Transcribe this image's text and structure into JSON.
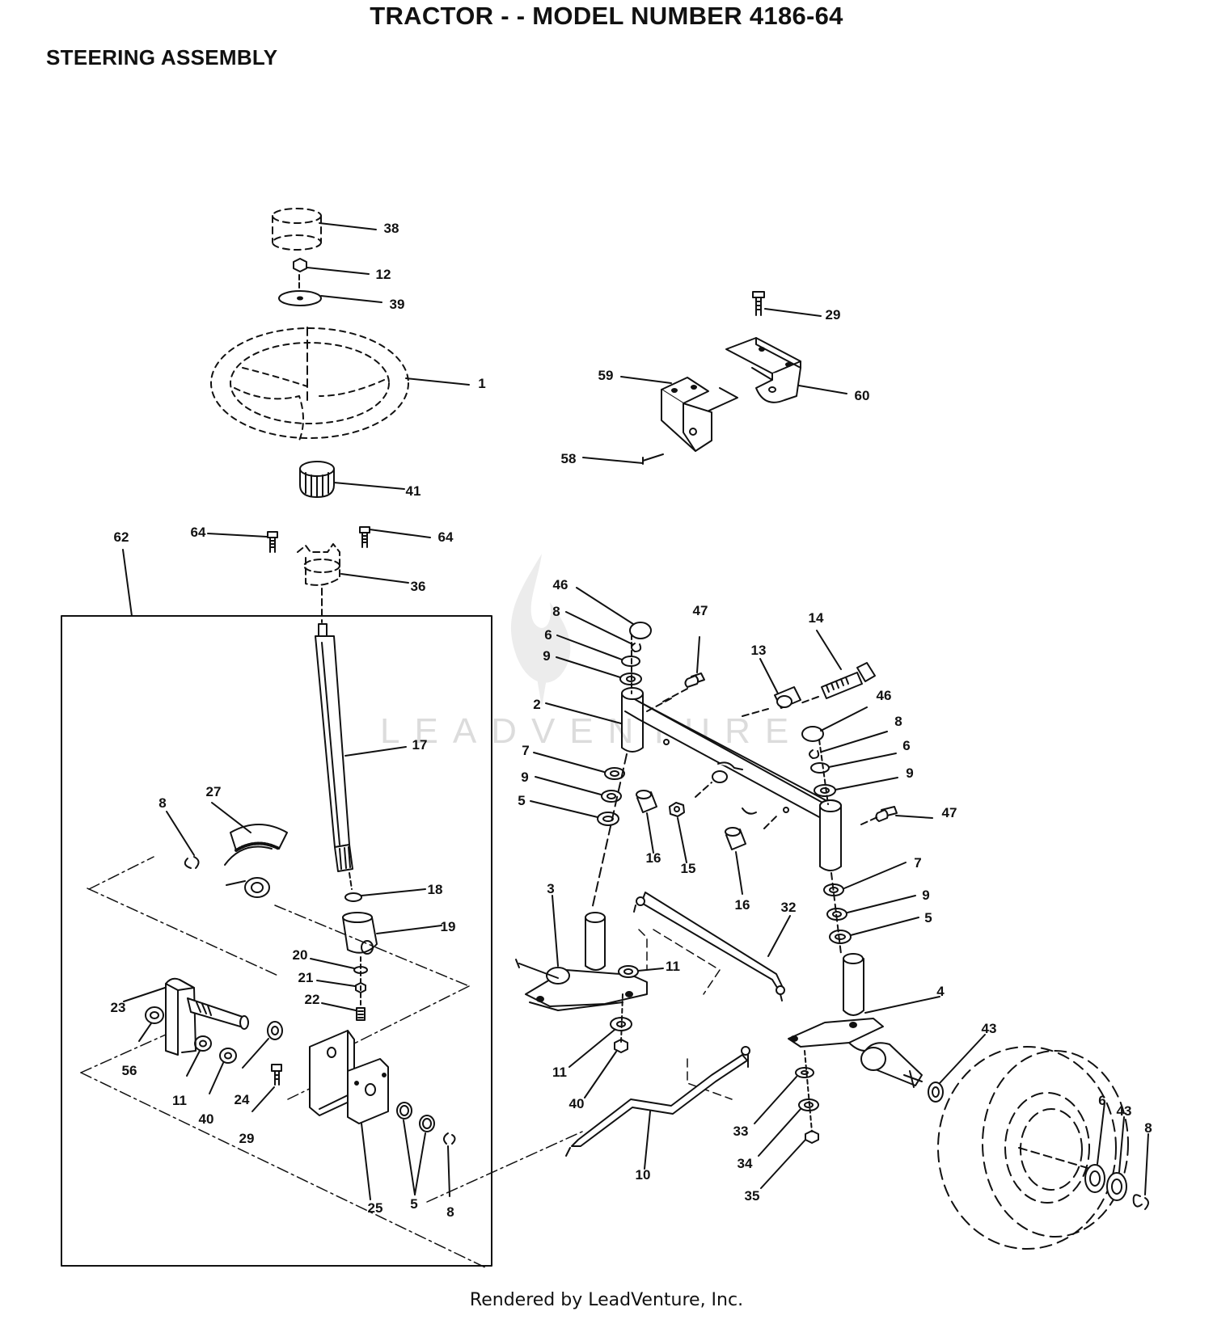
{
  "header": {
    "title": "TRACTOR - - MODEL NUMBER 4186-64",
    "section": "STEERING ASSEMBLY"
  },
  "watermark": "LEADVENTURE",
  "footer": "Rendered by LeadVenture, Inc.",
  "callouts": {
    "c38": "38",
    "c12": "12",
    "c39": "39",
    "c1": "1",
    "c41": "41",
    "c64a": "64",
    "c64b": "64",
    "c62": "62",
    "c36": "36",
    "c17": "17",
    "c8a": "8",
    "c27": "27",
    "c18": "18",
    "c19": "19",
    "c20": "20",
    "c21": "21",
    "c22": "22",
    "c23": "23",
    "c56": "56",
    "c11a": "11",
    "c40a": "40",
    "c24": "24",
    "c29a": "29",
    "c25": "25",
    "c5a": "5",
    "c8b": "8",
    "c29b": "29",
    "c59": "59",
    "c60": "60",
    "c58": "58",
    "c46a": "46",
    "c8c": "8",
    "c6a": "6",
    "c9a": "9",
    "c47a": "47",
    "c2": "2",
    "c7a": "7",
    "c9b": "9",
    "c5b": "5",
    "c16a": "16",
    "c15": "15",
    "c13": "13",
    "c14": "14",
    "c46b": "46",
    "c8d": "8",
    "c6b": "6",
    "c9c": "9",
    "c47b": "47",
    "c16b": "16",
    "c7b": "7",
    "c9d": "9",
    "c5c": "5",
    "c32": "32",
    "c3": "3",
    "c11b": "11",
    "c11c": "11",
    "c40b": "40",
    "c10": "10",
    "c4": "4",
    "c33": "33",
    "c34": "34",
    "c35": "35",
    "c43a": "43",
    "c6c": "6",
    "c43b": "43",
    "c8e": "8"
  }
}
